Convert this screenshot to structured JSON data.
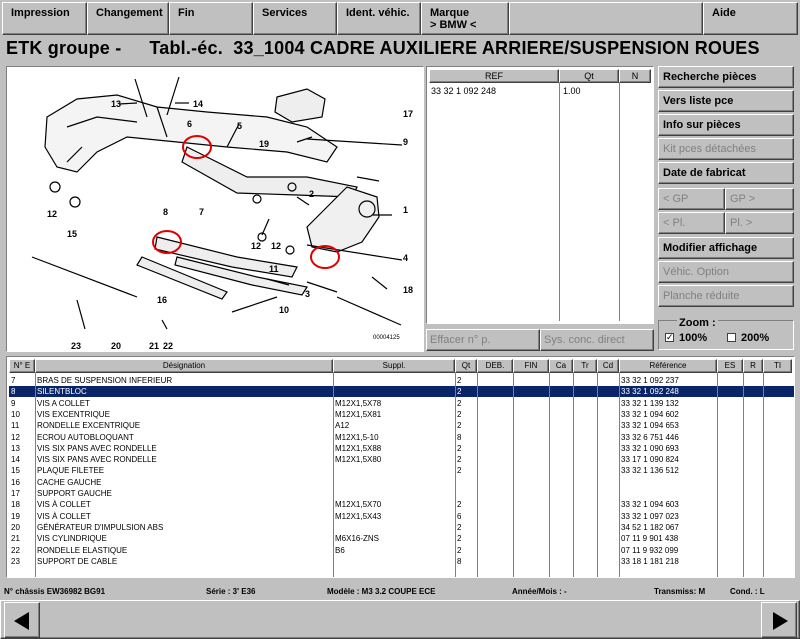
{
  "menu": {
    "impression": "Impression",
    "changement": "Changement",
    "fin": "Fin",
    "services": "Services",
    "ident": "Ident. véhic.",
    "marque": "Marque",
    "marque_value": "> BMW <",
    "aide": "Aide"
  },
  "title": {
    "group": "ETK groupe -",
    "table": "Tabl.-éc.",
    "code": "33_1004 CADRE AUXILIERE ARRIERE/SUSPENSION ROUES"
  },
  "diagram": {
    "callouts": [
      "1",
      "2",
      "3",
      "4",
      "5",
      "6",
      "7",
      "8",
      "9",
      "10",
      "11",
      "12",
      "12",
      "12",
      "13",
      "14",
      "15",
      "16",
      "17",
      "18",
      "19",
      "20",
      "21",
      "22",
      "23"
    ],
    "code": "00004125"
  },
  "refTable": {
    "headers": [
      "REF",
      "Qt",
      "N"
    ],
    "row": {
      "ref": "33 32 1 092 248",
      "qt": "1.00",
      "n": ""
    }
  },
  "buttons": {
    "effacer": "Effacer n° p.",
    "sys": "Sys. conc. direct",
    "recherche": "Recherche pièces",
    "vers": "Vers liste pce",
    "info": "Info sur pièces",
    "kit": "Kit pces détachées",
    "date": "Date de fabricat",
    "gp_prev": "< GP",
    "gp_next": "GP >",
    "pl_prev": "< Pl.",
    "pl_next": "Pl. >",
    "modifier": "Modifier affichage",
    "vehic": "Véhic. Option",
    "planche": "Planche réduite"
  },
  "zoom": {
    "label": "Zoom :",
    "opt100": "100%",
    "opt200": "200%",
    "check100": "✓",
    "check200": ""
  },
  "parts": {
    "headers": [
      "N° E",
      "Désignation",
      "Suppl.",
      "Qt",
      "DEB.",
      "FIN",
      "Ca",
      "Tr",
      "Cd",
      "Référence",
      "ES",
      "R",
      "TI"
    ],
    "selectedIndex": 1,
    "rows": [
      {
        "n": "7",
        "designation": "BRAS DE SUSPENSION INFERIEUR",
        "suppl": "",
        "qt": "2",
        "ref": "33 32 1 092 237"
      },
      {
        "n": "8",
        "designation": "SILENTBLOC",
        "suppl": "",
        "qt": "2",
        "ref": "33 32 1 092 248"
      },
      {
        "n": "9",
        "designation": "VIS A COLLET",
        "suppl": "M12X1,5X78",
        "qt": "2",
        "ref": "33 32 1 139 132"
      },
      {
        "n": "10",
        "designation": "VIS EXCENTRIQUE",
        "suppl": "M12X1,5X81",
        "qt": "2",
        "ref": "33 32 1 094 602"
      },
      {
        "n": "11",
        "designation": "RONDELLE EXCENTRIQUE",
        "suppl": "A12",
        "qt": "2",
        "ref": "33 32 1 094 653"
      },
      {
        "n": "12",
        "designation": "ECROU AUTOBLOQUANT",
        "suppl": "M12X1,5-10",
        "qt": "8",
        "ref": "33 32 6 751 446"
      },
      {
        "n": "13",
        "designation": "VIS SIX PANS AVEC RONDELLE",
        "suppl": "M12X1,5X88",
        "qt": "2",
        "ref": "33 32 1 090 693"
      },
      {
        "n": "14",
        "designation": "VIS SIX PANS AVEC RONDELLE",
        "suppl": "M12X1,5X80",
        "qt": "2",
        "ref": "33 17 1 090 824"
      },
      {
        "n": "15",
        "designation": "PLAQUE FILETEE",
        "suppl": "",
        "qt": "2",
        "ref": "33 32 1 136 512"
      },
      {
        "n": "16",
        "designation": "CACHE GAUCHE",
        "suppl": "",
        "qt": "",
        "ref": ""
      },
      {
        "n": "17",
        "designation": "SUPPORT GAUCHE",
        "suppl": "",
        "qt": "",
        "ref": ""
      },
      {
        "n": "18",
        "designation": "VIS À COLLET",
        "suppl": "M12X1,5X70",
        "qt": "2",
        "ref": "33 32 1 094 603"
      },
      {
        "n": "19",
        "designation": "VIS À COLLET",
        "suppl": "M12X1,5X43",
        "qt": "6",
        "ref": "33 32 1 097 023"
      },
      {
        "n": "20",
        "designation": "GÉNÉRATEUR D'IMPULSION ABS",
        "suppl": "",
        "qt": "2",
        "ref": "34 52 1 182 067"
      },
      {
        "n": "21",
        "designation": "VIS CYLINDRIQUE",
        "suppl": "M6X16-ZNS",
        "qt": "2",
        "ref": "07 11 9 901 438"
      },
      {
        "n": "22",
        "designation": "RONDELLE ELASTIQUE",
        "suppl": "B6",
        "qt": "2",
        "ref": "07 11 9 932 099"
      },
      {
        "n": "23",
        "designation": "SUPPORT DE CABLE",
        "suppl": "",
        "qt": "8",
        "ref": "33 18 1 181 218"
      }
    ]
  },
  "status": {
    "chassis": "N° châssis EW36982 BG91",
    "serie": "Série :   3' E36",
    "modele": "Modèle : M3 3.2 COUPE ECE",
    "annee": "Année/Mois :  -",
    "transmiss": "Transmiss: M",
    "cond": "Cond. : L"
  },
  "icons": {
    "prev": "triangle-left-icon",
    "next": "triangle-right-icon"
  }
}
